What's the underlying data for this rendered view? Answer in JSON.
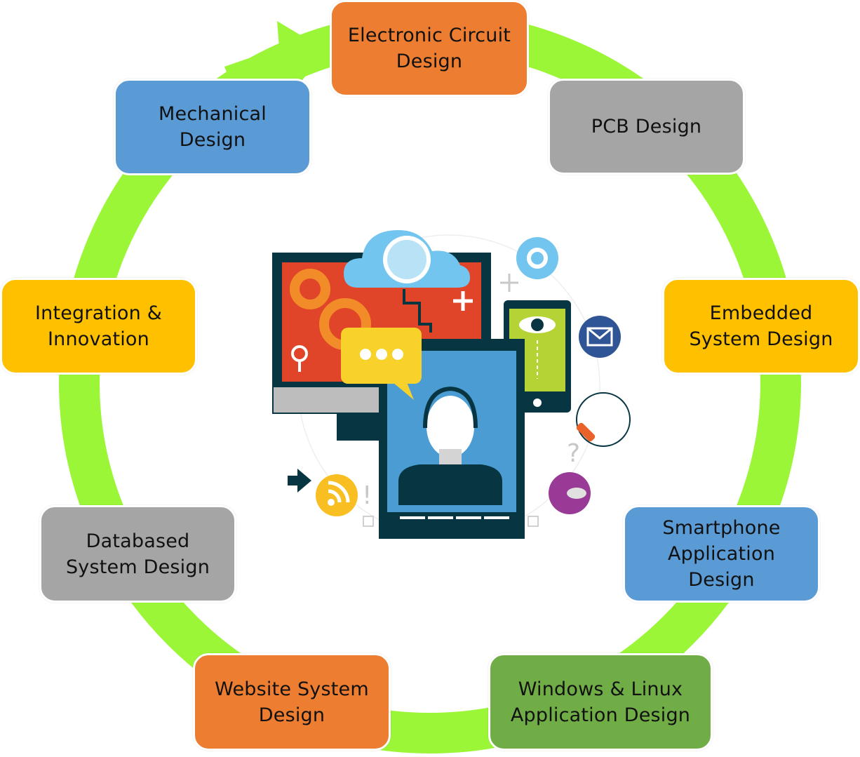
{
  "diagram": {
    "type": "cycle",
    "center_illustration": "customer-support-technology",
    "ring_color": "#9BF637",
    "stages": [
      {
        "label": "Electronic Circuit\nDesign",
        "color": "#ED7D31"
      },
      {
        "label": "PCB Design",
        "color": "#A5A5A5"
      },
      {
        "label": "Embedded\nSystem Design",
        "color": "#FFC000"
      },
      {
        "label": "Smartphone\nApplication\nDesign",
        "color": "#5B9BD5"
      },
      {
        "label": "Windows & Linux\nApplication Design",
        "color": "#70AD47"
      },
      {
        "label": "Website System\nDesign",
        "color": "#ED7D31"
      },
      {
        "label": "Databased\nSystem Design",
        "color": "#A5A5A5"
      },
      {
        "label": "Integration &\nInnovation",
        "color": "#FFC000"
      },
      {
        "label": "Mechanical\nDesign",
        "color": "#5B9BD5"
      }
    ]
  }
}
